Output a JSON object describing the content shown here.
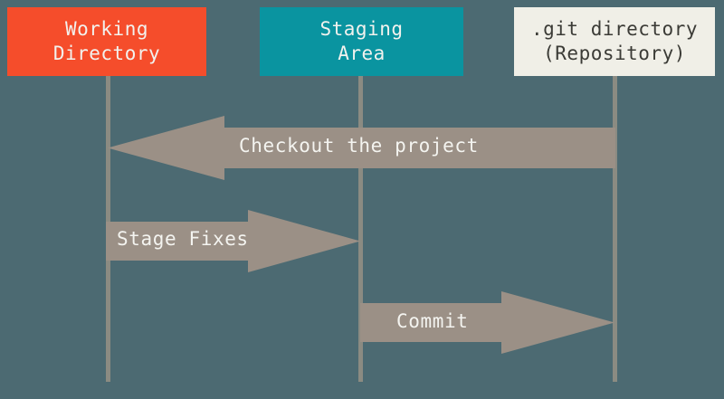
{
  "diagram": {
    "type": "git-workflow",
    "background_color": "#4c6a72",
    "arrow_color": "#9b9086",
    "lifeline_color": "#8b8b82",
    "nodes": [
      {
        "id": "working-directory",
        "line1": "Working",
        "line2": "Directory",
        "background_color": "#f54d2b",
        "text_color": "#f2f2ee"
      },
      {
        "id": "staging-area",
        "line1": "Staging",
        "line2": "Area",
        "background_color": "#0a94a0",
        "text_color": "#f2f2ee"
      },
      {
        "id": "git-directory",
        "line1": ".git directory",
        "line2": "(Repository)",
        "background_color": "#f0efe7",
        "text_color": "#3b3b36"
      }
    ],
    "arrows": [
      {
        "id": "checkout",
        "label": "Checkout the project",
        "direction": "left",
        "from": "git-directory",
        "to": "working-directory"
      },
      {
        "id": "stage-fixes",
        "label": "Stage Fixes",
        "direction": "right",
        "from": "working-directory",
        "to": "staging-area"
      },
      {
        "id": "commit",
        "label": "Commit",
        "direction": "right",
        "from": "staging-area",
        "to": "git-directory"
      }
    ]
  }
}
